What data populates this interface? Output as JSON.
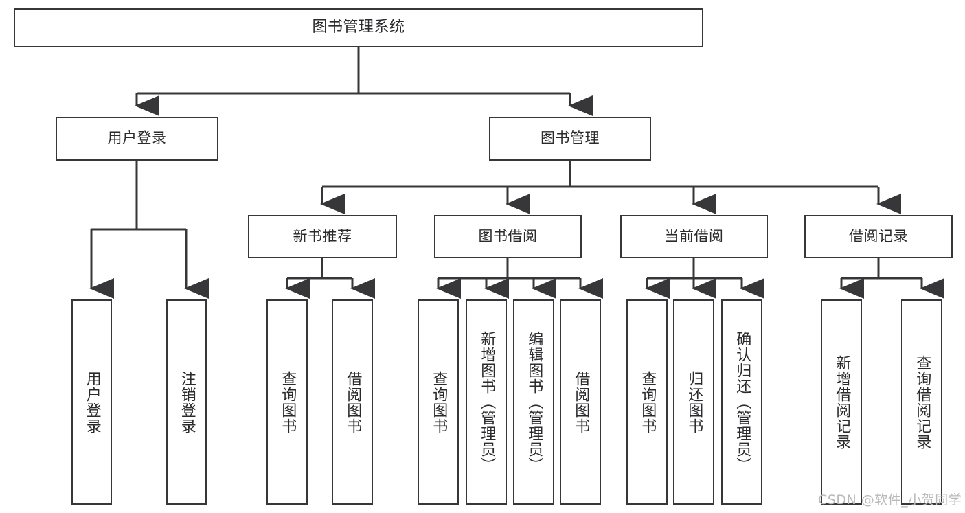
{
  "diagram": {
    "title": "图书管理系统",
    "watermark": "CSDN @软件_小贺同学",
    "colors": {
      "stroke": "#37373a",
      "text": "#2b2b2e",
      "background": "#ffffff",
      "watermark": "#b9b9b9"
    },
    "nodes": {
      "root": "图书管理系统",
      "level1": [
        "用户登录",
        "图书管理"
      ],
      "level2": [
        "新书推荐",
        "图书借阅",
        "当前借阅",
        "借阅记录"
      ],
      "leaves": {
        "user_login": [
          "用户登录",
          "注销登录"
        ],
        "new_book_recommend": [
          "查询图书",
          "借阅图书"
        ],
        "book_borrow": [
          "查询图书",
          "新增图书（管理员）",
          "编辑图书（管理员）",
          "借阅图书"
        ],
        "current_borrow": [
          "查询图书",
          "归还图书",
          "确认归还（管理员）"
        ],
        "borrow_record": [
          "新增借阅记录",
          "查询借阅记录"
        ]
      }
    }
  }
}
